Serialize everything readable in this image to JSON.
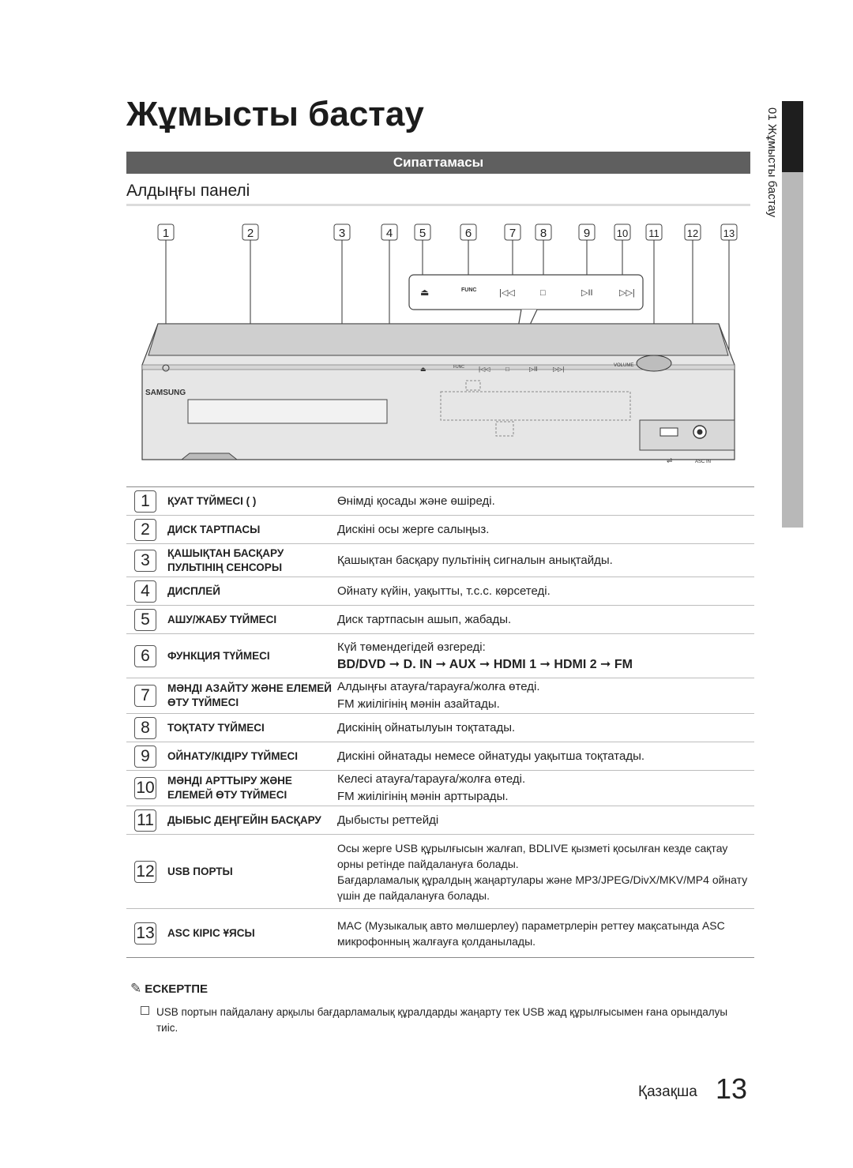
{
  "page": {
    "title": "Жұмысты бастау",
    "section": "Сипаттамасы",
    "subheading": "Алдыңғы панелі"
  },
  "side_tab": {
    "text": "01  Жұмысты бастау"
  },
  "diagram": {
    "callouts": [
      "1",
      "2",
      "3",
      "4",
      "5",
      "6",
      "7",
      "8",
      "9",
      "10",
      "11",
      "12",
      "13"
    ],
    "brand": "SAMSUNG",
    "func_label": "FUNC",
    "volume_label": "VOLUME",
    "asc_label": "ASC IN"
  },
  "rows": [
    {
      "num": "1",
      "name": "ҚУАТ ТҮЙМЕСІ (  )",
      "desc": [
        "Өнімді қосады және өшіреді."
      ]
    },
    {
      "num": "2",
      "name": "ДИСК ТАРТПАСЫ",
      "desc": [
        "Дискіні осы жерге салыңыз."
      ]
    },
    {
      "num": "3",
      "name": "ҚАШЫҚТАН БАСҚАРУ ПУЛЬТІНІҢ СЕНСОРЫ",
      "desc": [
        "Қашықтан басқару пультінің сигналын анықтайды."
      ]
    },
    {
      "num": "4",
      "name": "ДИСПЛЕЙ",
      "desc": [
        "Ойнату күйін, уақытты, т.с.с. көрсетеді."
      ]
    },
    {
      "num": "5",
      "name": "АШУ/ЖАБУ ТҮЙМЕСІ",
      "desc": [
        "Диск тартпасын ашып, жабады."
      ]
    },
    {
      "num": "6",
      "name": "ФУНКЦИЯ ТҮЙМЕСІ",
      "desc": [
        "Күй төмендегідей өзгереді:"
      ],
      "desc_bold": "BD/DVD ➞ D. IN ➞ AUX ➞ HDMI 1 ➞ HDMI 2 ➞ FM"
    },
    {
      "num": "7",
      "name": "МӘНДІ АЗАЙТУ ЖӘНЕ ЕЛЕМЕЙ ӨТУ ТҮЙМЕСІ",
      "desc": [
        "Алдыңғы атауға/тарауға/жолға өтеді.",
        "FM жиілігінің мәнін азайтады."
      ]
    },
    {
      "num": "8",
      "name": "ТОҚТАТУ ТҮЙМЕСІ",
      "desc": [
        "Дискінің ойнатылуын тоқтатады."
      ]
    },
    {
      "num": "9",
      "name": "ОЙНАТУ/КІДІРУ ТҮЙМЕСІ",
      "desc": [
        "Дискіні ойнатады немесе ойнатуды уақытша тоқтатады."
      ]
    },
    {
      "num": "10",
      "name": "МӘНДІ АРТТЫРУ ЖӘНЕ ЕЛЕМЕЙ ӨТУ ТҮЙМЕСІ",
      "desc": [
        "Келесі атауға/тарауға/жолға өтеді.",
        "FM жиілігінің мәнін арттырады."
      ]
    },
    {
      "num": "11",
      "name": "ДЫБЫС ДЕҢГЕЙІН БАСҚАРУ",
      "desc": [
        "Дыбысты реттейді"
      ]
    },
    {
      "num": "12",
      "name": "USB ПОРТЫ",
      "desc": [
        "Осы жерге USB құрылғысын жалғап, BDLIVE қызметі қосылған кезде сақтау орны ретінде пайдалануға болады.",
        "Бағдарламалық құралдың жаңартулары және MP3/JPEG/DivX/MKV/MP4 ойнату үшін де пайдалануға болады."
      ]
    },
    {
      "num": "13",
      "name": "ASC КІРІС ҰЯСЫ",
      "desc": [
        "MAC (Музыкалық авто мөлшерлеу) параметрлерін реттеу мақсатында ASC микрофонның жалғауға қолданылады."
      ]
    }
  ],
  "note": {
    "heading": "ЕСКЕРТПЕ",
    "text": "USB портын пайдалану арқылы бағдарламалық құралдарды жаңарту тек USB жад құрылғысымен ғана орындалуы тиіс."
  },
  "footer": {
    "language": "Қазақша",
    "page_number": "13"
  }
}
